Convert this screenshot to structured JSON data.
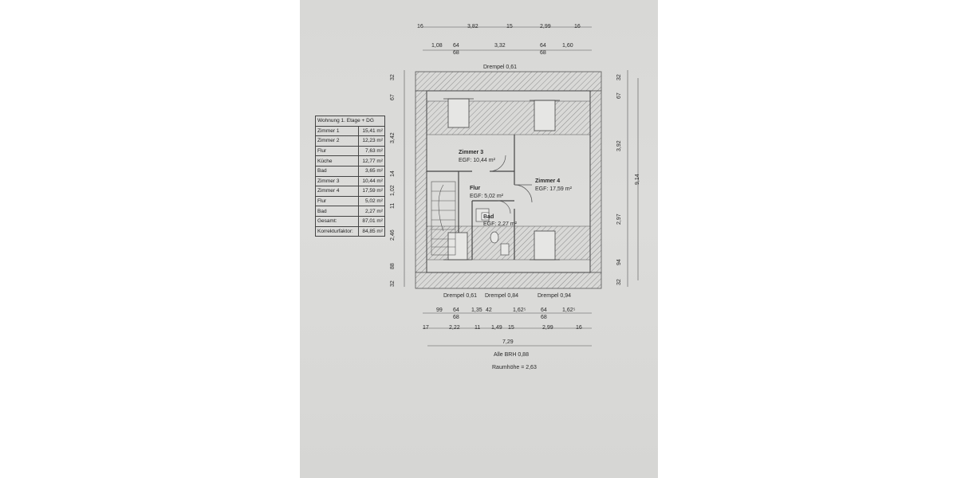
{
  "area_table": {
    "title": "Wohnung 1. Etage + DG",
    "rows": [
      {
        "label": "Zimmer 1",
        "value": "15,41 m²"
      },
      {
        "label": "Zimmer 2",
        "value": "12,23 m²"
      },
      {
        "label": "Flur",
        "value": "7,63 m²"
      },
      {
        "label": "Küche",
        "value": "12,77 m²"
      },
      {
        "label": "Bad",
        "value": "3,65 m²"
      },
      {
        "label": "Zimmer 3",
        "value": "10,44 m²"
      },
      {
        "label": "Zimmer 4",
        "value": "17,59 m²"
      },
      {
        "label": "Flur",
        "value": "5,02 m²"
      },
      {
        "label": "Bad",
        "value": "2,27 m²"
      },
      {
        "label": "Gesamt:",
        "value": "87,01 m²"
      },
      {
        "label": "Korrekturfaktor:",
        "value": "84,85 m²"
      }
    ]
  },
  "rooms": {
    "zimmer3": {
      "name": "Zimmer 3",
      "area": "EGF: 10,44 m²"
    },
    "zimmer4": {
      "name": "Zimmer 4",
      "area": "EGF: 17,59 m²"
    },
    "flur": {
      "name": "Flur",
      "area": "EGF: 5,02 m²"
    },
    "bad": {
      "name": "Bad",
      "area": "EGF: 2,27 m²"
    }
  },
  "labels": {
    "drempel_top": "Drempel 0,61",
    "drempel_b1": "Drempel 0,61",
    "drempel_b2": "Drempel 0,84",
    "drempel_b3": "Drempel 0,94",
    "brh": "Alle BRH 0,88",
    "raumhoehe": "Raumhöhe = 2,63"
  },
  "dimensions": {
    "top1": [
      "16",
      "3,82",
      "15",
      "2,99",
      "16"
    ],
    "top2": [
      "1,08",
      "64",
      "68",
      "3,32",
      "64",
      "68",
      "1,60"
    ],
    "bottom1": [
      "99",
      "64",
      "68",
      "1,35",
      "42",
      "1,62⁵",
      "64",
      "68",
      "1,62⁵"
    ],
    "bottom2": [
      "17",
      "2,22",
      "11",
      "1,49",
      "15",
      "2,99",
      "16"
    ],
    "bottom3": [
      "7,29"
    ],
    "left": [
      "32",
      "67",
      "3,42",
      "14",
      "1,02",
      "11",
      "2,46",
      "88",
      "32"
    ],
    "right1": [
      "32",
      "67",
      "3,92",
      "2,97",
      "94",
      "32"
    ],
    "right2": [
      "9,14"
    ]
  }
}
